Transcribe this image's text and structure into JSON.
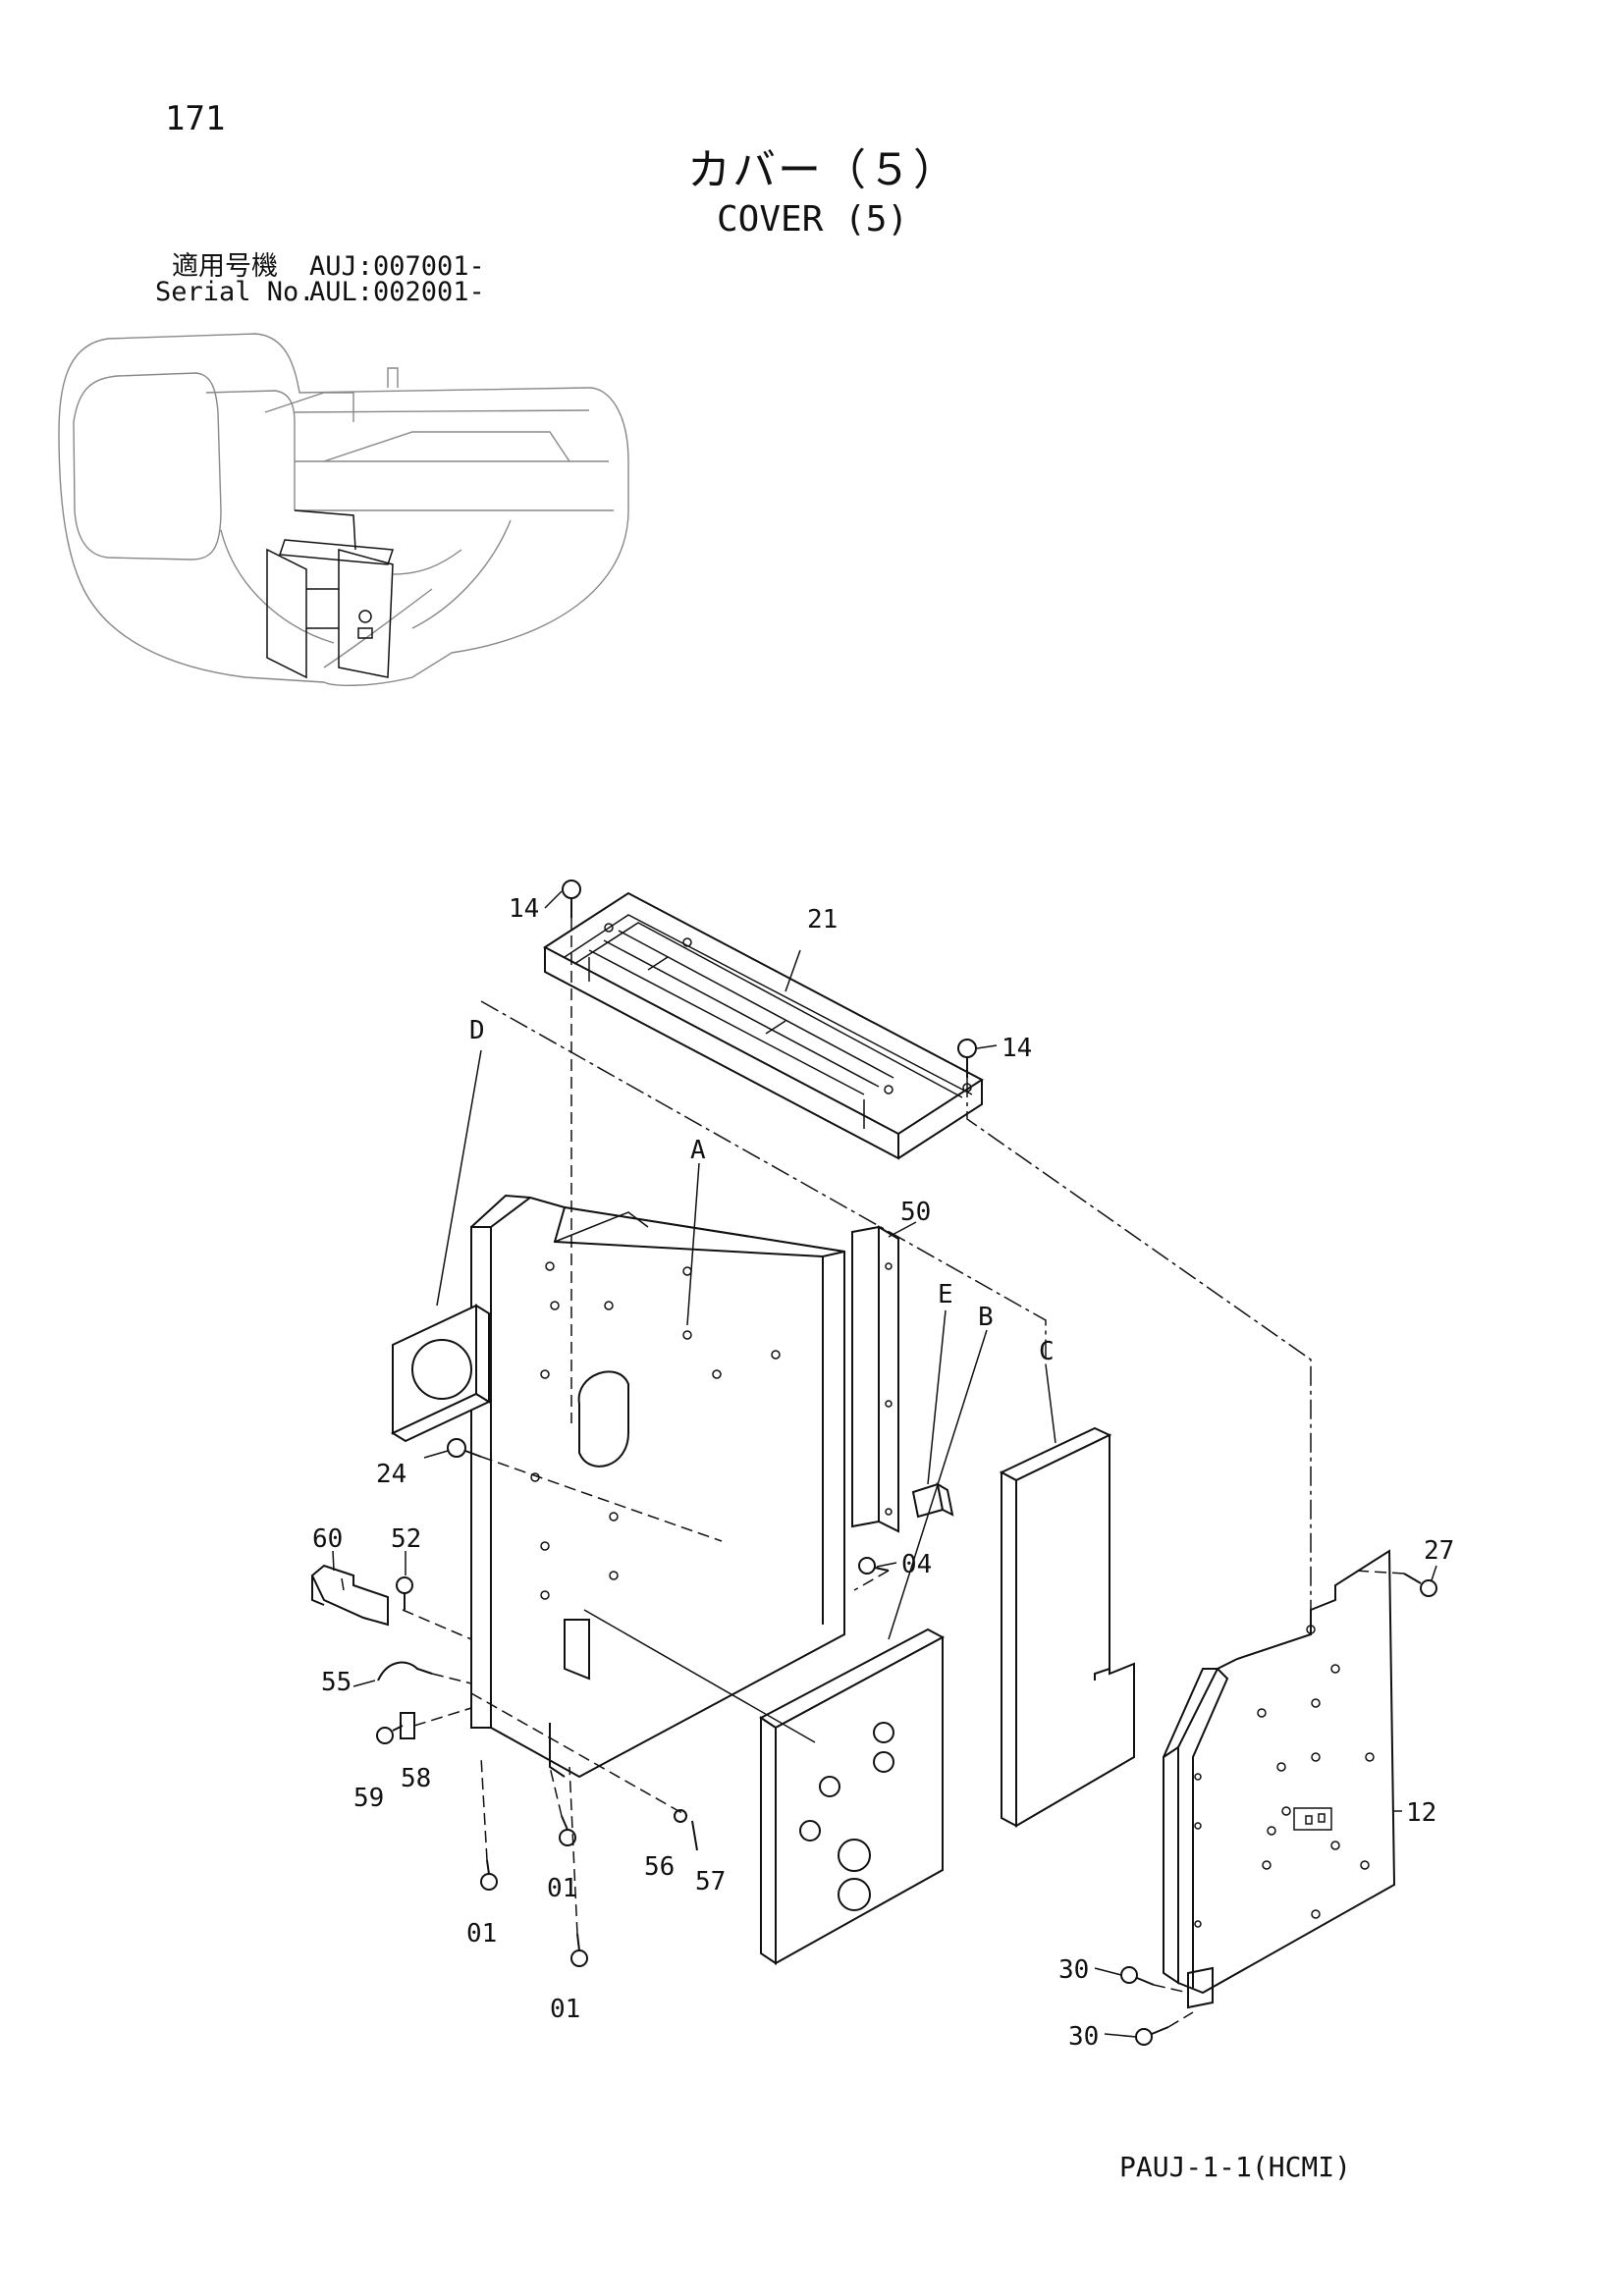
{
  "page_number": "171",
  "title_jp": "カバー（５）",
  "title_en": "COVER (5)",
  "serial": {
    "jp_label": "適用号機",
    "jp_value": "AUJ:007001-",
    "en_label": "Serial No.",
    "en_value": "AUL:002001-"
  },
  "callouts": {
    "p14a": "14",
    "p14b": "14",
    "p21": "21",
    "pD": "D",
    "pA": "A",
    "p50": "50",
    "pE": "E",
    "pB": "B",
    "pC": "C",
    "p24": "24",
    "p60": "60",
    "p52": "52",
    "p04": "04",
    "p27": "27",
    "p55": "55",
    "p59": "59",
    "p58": "58",
    "p01a": "01",
    "p01b": "01",
    "p01c": "01",
    "p56": "56",
    "p57": "57",
    "p12": "12",
    "p30a": "30",
    "p30b": "30"
  },
  "footer_code": "PAUJ-1-1(HCMI)"
}
